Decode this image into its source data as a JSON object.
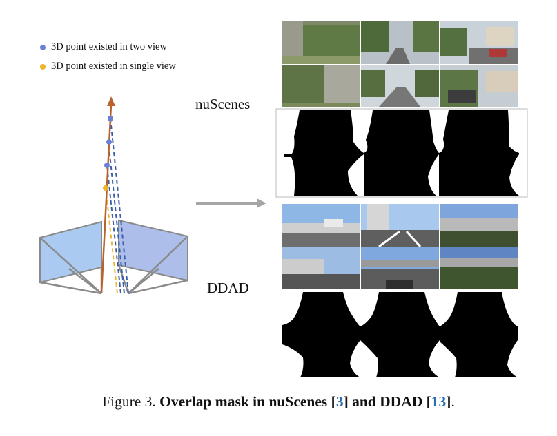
{
  "legend": [
    {
      "label": "3D point existed in two view",
      "color": "#6a7fd6"
    },
    {
      "label": "3D point existed in single view",
      "color": "#f0b42a"
    }
  ],
  "datasets": [
    {
      "label": "nuScenes"
    },
    {
      "label": "DDAD"
    }
  ],
  "caption": {
    "prefix": "Figure 3. ",
    "bold_start": "Overlap mask in nuScenes [",
    "ref1": "3",
    "bold_mid": "] and DDAD [",
    "ref2": "13",
    "bold_end": "]",
    "suffix": "."
  },
  "colors": {
    "arrow_brown": "#b8622e",
    "dash_blue": "#3a5fa8",
    "dash_yellow": "#f0b42a",
    "plane_blue": "#9bc1ef",
    "gray_arrow": "#a6a6a6"
  }
}
